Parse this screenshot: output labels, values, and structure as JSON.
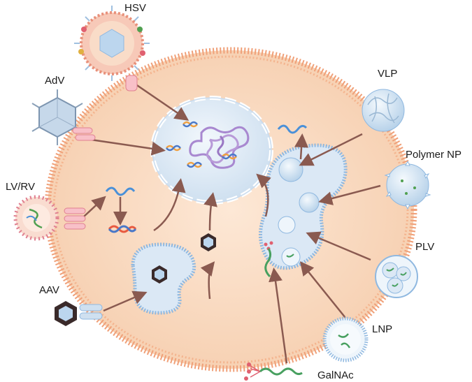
{
  "labels": {
    "hsv": "HSV",
    "adv": "AdV",
    "lvrv": "LV/RV",
    "aav": "AAV",
    "vlp": "VLP",
    "polymer_np": "Polymer NP",
    "plv": "PLV",
    "lnp": "LNP",
    "galnac": "GalNAc"
  },
  "colors": {
    "cell_fill": "#f9dcc2",
    "membrane": "#f0a078",
    "nucleus_fill": "#e4eef8",
    "vesicle": "#8fb8e0",
    "arrow": "#8a5a50",
    "dna_orange": "#f0a040",
    "dna_blue": "#4a78c8",
    "chromatin": "#a888d0",
    "virus_red": "#e06070",
    "capsid_dark": "#3a2a2a"
  },
  "icons": [
    "hsv-virus-icon",
    "adv-capsid-icon",
    "lentivirus-icon",
    "aav-capsid-icon",
    "vlp-particle-icon",
    "polymer-nanoparticle-icon",
    "plv-vesicle-icon",
    "lipid-nanoparticle-icon",
    "galnac-conjugate-icon",
    "dna-helix-icon",
    "receptor-icon"
  ]
}
